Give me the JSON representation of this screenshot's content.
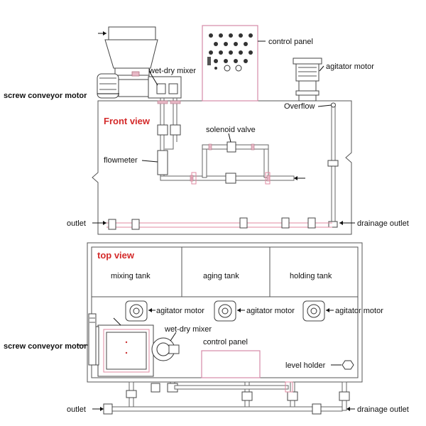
{
  "colors": {
    "view_title": "#d42a2a",
    "panel_outline": "#d58aa8",
    "pipe_line": "#666666",
    "text": "#111111"
  },
  "front": {
    "title": "Front view",
    "control_panel": "control panel",
    "agitator_motor": "agitator motor",
    "wet_dry_mixer": "wet-dry mixer",
    "screw_conveyor_motor": "screw conveyor motor",
    "overflow": "Overflow",
    "solenoid_valve": "solenoid valve",
    "flowmeter": "flowmeter",
    "outlet": "outlet",
    "drainage_outlet": "drainage outlet"
  },
  "top": {
    "title": "top view",
    "tanks": [
      "mixing tank",
      "aging tank",
      "holding tank"
    ],
    "agitator_motor": "agitator motor",
    "wet_dry_mixer": "wet-dry mixer",
    "control_panel": "control panel",
    "level_holder": "level holder",
    "screw_conveyor_motor": "screw conveyor motor",
    "outlet": "outlet",
    "drainage_outlet": "drainage outlet"
  },
  "icons": [
    "arrow-icon",
    "motor-icon",
    "valve-icon",
    "hopper-icon"
  ]
}
